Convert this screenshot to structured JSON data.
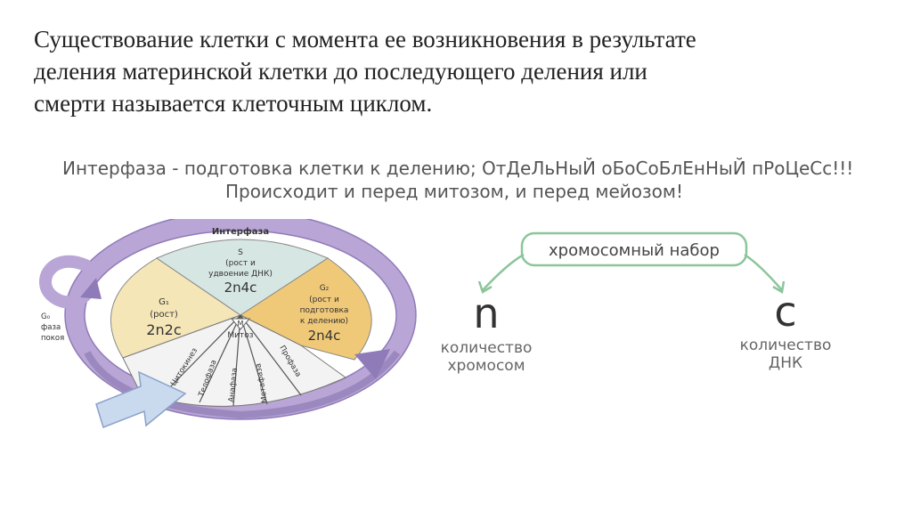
{
  "intro": {
    "line1": "Существование клетки с момента ее возникновения в результате",
    "line2": "деления материнской клетки до последующего деления или",
    "line3": "смерти называется клеточным циклом."
  },
  "subtitle": {
    "line1": "Интерфаза - подготовка клетки к делению; ОтДеЛьНыЙ оБоСоБлЕнНыЙ пРоЦеСс!!!",
    "line2": "Происходит и перед митозом, и перед мейозом!"
  },
  "cycle": {
    "interphase": "Интерфаза",
    "g0": "G₀",
    "g0_line2": "фаза",
    "g0_line3": "покоя",
    "s_title": "S",
    "s_line1": "(рост и",
    "s_line2": "удвоение ДНК)",
    "s_formula": "2n4c",
    "g1_title": "G₁",
    "g1_line1": "(рост)",
    "g1_formula": "2n2c",
    "g2_title": "G₂",
    "g2_line1": "(рост и",
    "g2_line2": "подготовка",
    "g2_line3": "к делению)",
    "g2_formula": "2n4c",
    "m_title": "M",
    "mitosis": "Митоз",
    "cytokinesis": "Цитокинез",
    "telophase": "Телофаза",
    "anaphase": "Анафаза",
    "metaphase": "Метафаза",
    "prophase": "Профаза"
  },
  "chromosome": {
    "box_label": "хромосомный набор",
    "n_letter": "n",
    "n_line1": "количество",
    "n_line2": "хромосом",
    "c_letter": "c",
    "c_line1": "количество",
    "c_line2": "ДНК"
  },
  "colors": {
    "ring": "#b9a6d6",
    "ring_dark": "#7d69a8",
    "s_sector": "#d6e6e2",
    "g1_sector": "#f5e6b8",
    "g2_sector": "#f0c978",
    "mitosis": "#f3f3f3",
    "arrow_box": "#8cc59b",
    "gray_text": "#555555"
  }
}
